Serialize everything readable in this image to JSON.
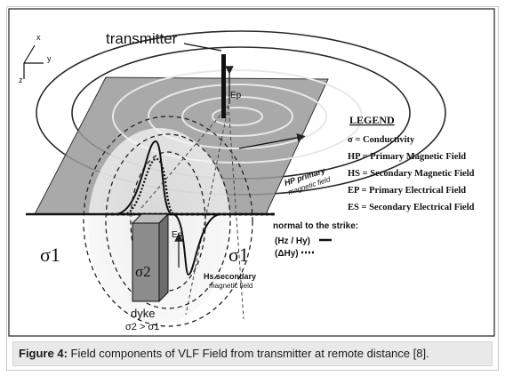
{
  "figure": {
    "labels": {
      "transmitter": "transmitter",
      "ep": "Ep",
      "hp_primary_1": "HP primary",
      "hp_primary_2": "magnetic field",
      "normal_strike": "normal to the strike:",
      "hz_hy": "(Hz / Hy)",
      "delta_hy": "(ΔHy)",
      "sigma1_left": "σ1",
      "sigma1_right": "σ1",
      "sigma2": "σ2",
      "es": "Es",
      "hs_secondary_1": "Hs secondary",
      "hs_secondary_2": "magnetic field",
      "dyke": "dyke",
      "dyke_relation": "σ2 > σ1",
      "axis_x": "x",
      "axis_y": "y",
      "axis_z": "z"
    },
    "legend": {
      "title": "LEGEND",
      "items": [
        "σ = Conductivity",
        "HP = Primary Magnetic Field",
        "HS = Secondary Magnetic Field",
        "EP = Primary Electrical Field",
        "ES = Secondary Electrical Field"
      ]
    }
  },
  "caption": {
    "label": "Figure 4:",
    "text": " Field components of VLF Field from transmitter at remote distance [8]."
  }
}
